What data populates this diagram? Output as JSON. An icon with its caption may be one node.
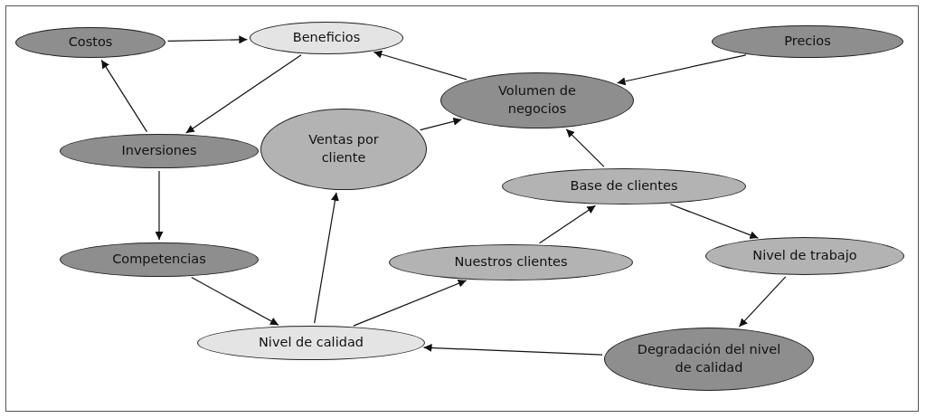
{
  "diagram": {
    "nodes": [
      {
        "text": [
          "Costos"
        ]
      },
      {
        "text": [
          "Beneficios"
        ]
      },
      {
        "text": [
          "Volumen de negocios"
        ]
      },
      {
        "text": [
          "Precios"
        ]
      },
      {
        "text": [
          "Inversiones"
        ]
      },
      {
        "text": [
          "Ventas por cliente"
        ]
      },
      {
        "text": [
          "Base de clientes"
        ]
      },
      {
        "text": [
          "Competencias"
        ]
      },
      {
        "text": [
          "Nuestros clientes"
        ]
      },
      {
        "text": [
          "Nivel de trabajo"
        ]
      },
      {
        "text": [
          "Nivel de calidad"
        ]
      },
      {
        "text": [
          "Degradación del nivel de calidad"
        ]
      }
    ],
    "edges": [
      {
        "from": 0,
        "to": 1,
        "arrow": "to"
      },
      {
        "from": 1,
        "to": 4,
        "arrow": "to"
      },
      {
        "from": 4,
        "to": 0,
        "arrow": "to"
      },
      {
        "from": 2,
        "to": 1,
        "arrow": "to"
      },
      {
        "from": 3,
        "to": 2,
        "arrow": "to"
      },
      {
        "from": 5,
        "to": 2,
        "arrow": "to"
      },
      {
        "from": 6,
        "to": 2,
        "arrow": "to"
      },
      {
        "from": 4,
        "to": 7,
        "arrow": "to"
      },
      {
        "from": 7,
        "to": 10,
        "arrow": "to"
      },
      {
        "from": 10,
        "to": 5,
        "arrow": "to"
      },
      {
        "from": 10,
        "to": 8,
        "arrow": "to"
      },
      {
        "from": 8,
        "to": 6,
        "arrow": "to"
      },
      {
        "from": 6,
        "to": 9,
        "arrow": "to"
      },
      {
        "from": 9,
        "to": 11,
        "arrow": "to"
      },
      {
        "from": 11,
        "to": 10,
        "arrow": "to"
      }
    ]
  }
}
